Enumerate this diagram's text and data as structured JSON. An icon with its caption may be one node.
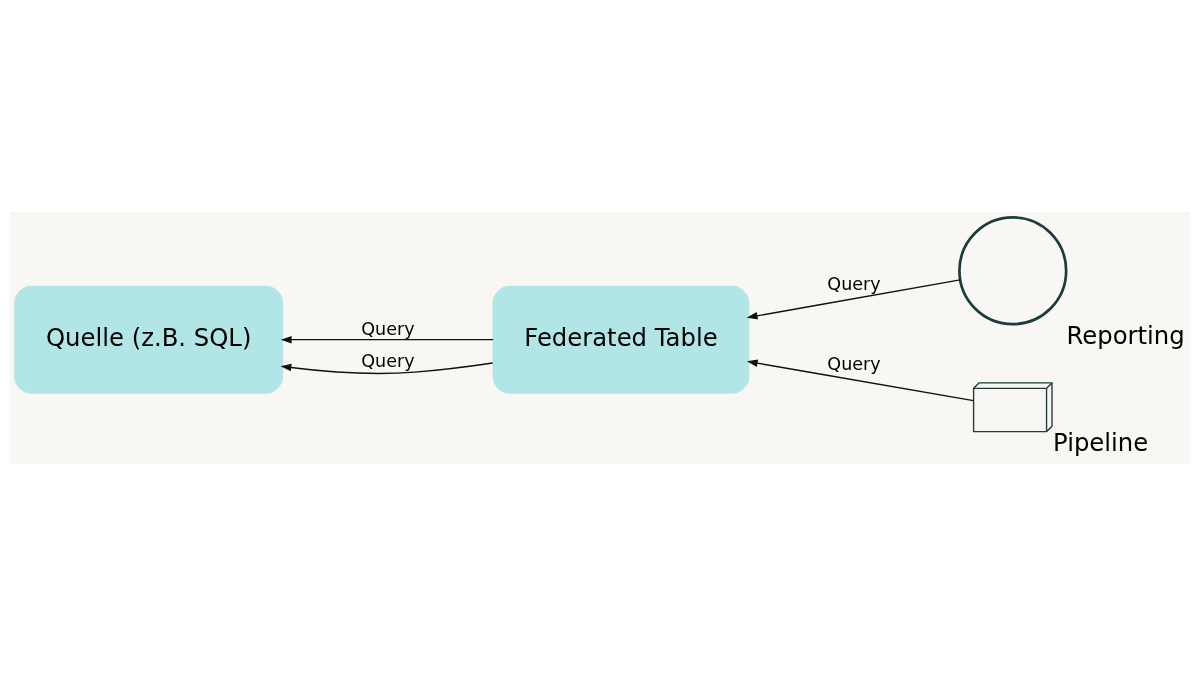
{
  "diagram": {
    "nodes": [
      {
        "text": [
          "Quelle (z.B. SQL)"
        ]
      },
      {
        "text": [
          "Federated Table"
        ]
      },
      {
        "text": [],
        "shape": "person",
        "beside": [
          "Reporting"
        ]
      },
      {
        "text": [],
        "shape": "picture",
        "beside": [
          "Pipeline"
        ]
      }
    ],
    "edges": [
      {
        "from": 1,
        "to": 0,
        "arrow": "to",
        "label": "Query"
      },
      {
        "from": 1,
        "to": 0,
        "arrow": "to",
        "label": "Query"
      },
      {
        "from": 2,
        "to": 1,
        "arrow": "to",
        "label": "Query"
      },
      {
        "from": 3,
        "to": 1,
        "arrow": "to",
        "label": "Query"
      }
    ]
  }
}
